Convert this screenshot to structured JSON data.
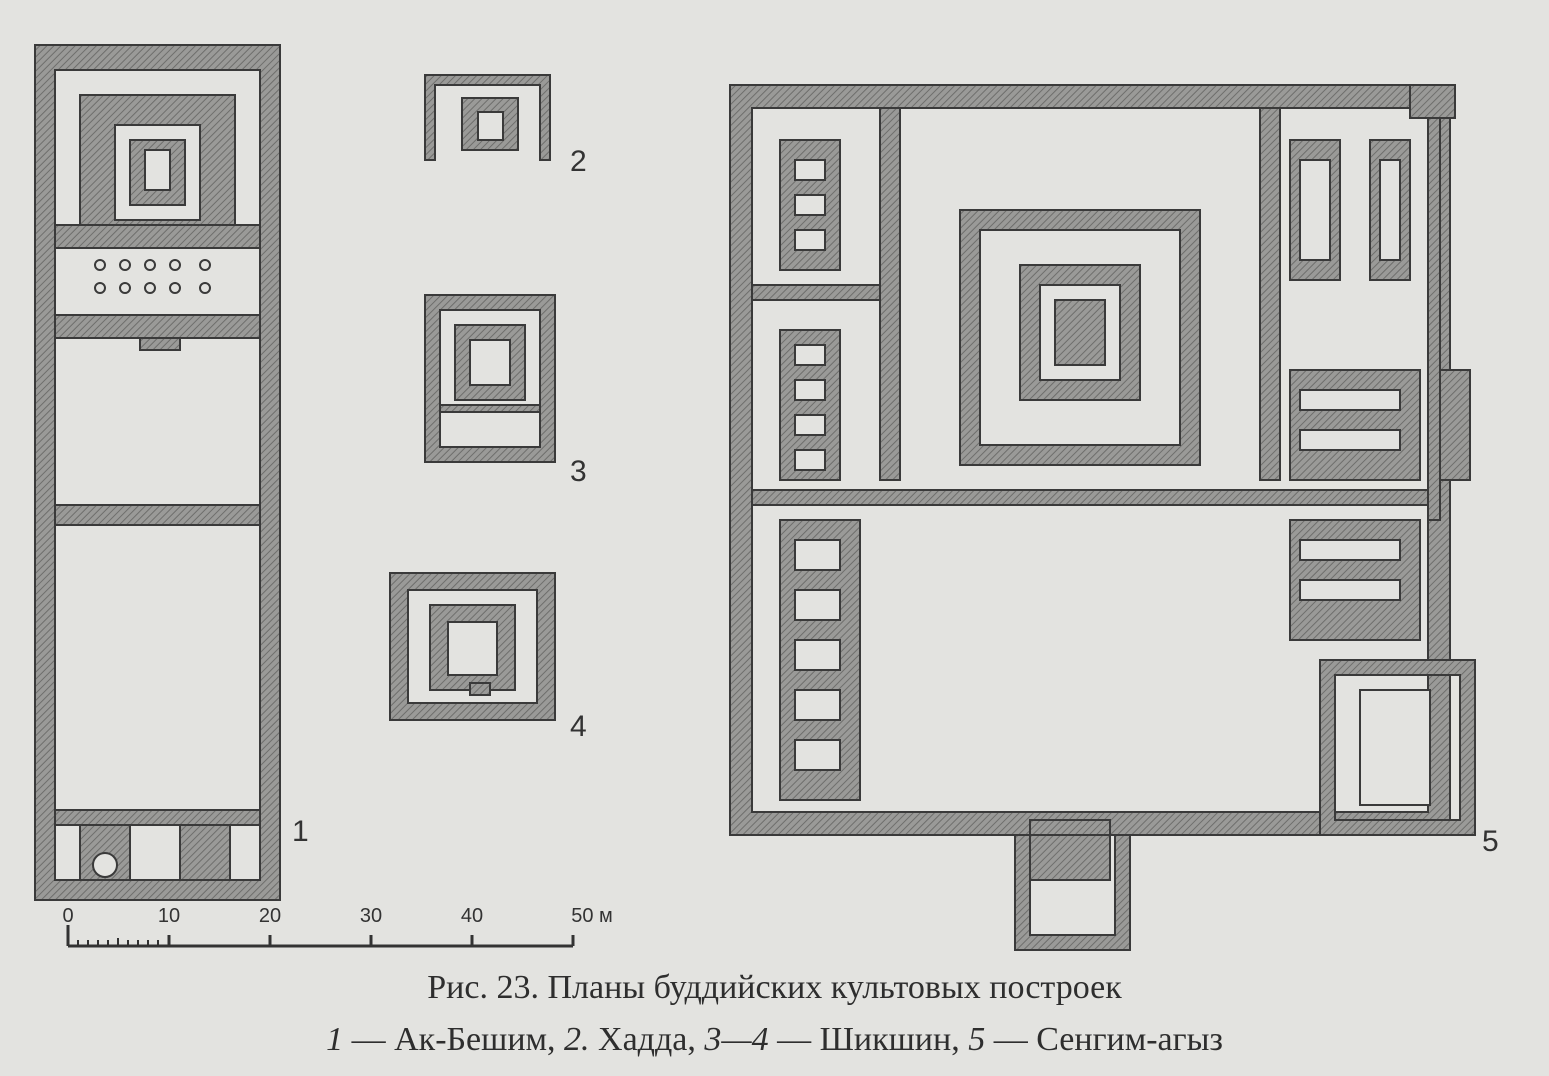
{
  "figure": {
    "plan_labels": [
      "1",
      "2",
      "3",
      "4",
      "5"
    ],
    "scale_bar": {
      "ticks": [
        "0",
        "10",
        "20",
        "30",
        "40",
        "50 м"
      ],
      "unit": "м",
      "max": 50
    },
    "caption": {
      "title": "Рис. 23. Планы буддийских культовых построек",
      "legend": [
        {
          "num": "1",
          "name": "— Ак-Бешим,"
        },
        {
          "num": "2.",
          "name": "Хадда,"
        },
        {
          "num": "3—4",
          "name": "— Шикшин,"
        },
        {
          "num": "5",
          "name": "— Сенгим-агыз"
        }
      ]
    }
  },
  "colors": {
    "paper": "#e3e3e0",
    "wall": "#8c8c8a",
    "ink": "#3a3a3a"
  }
}
